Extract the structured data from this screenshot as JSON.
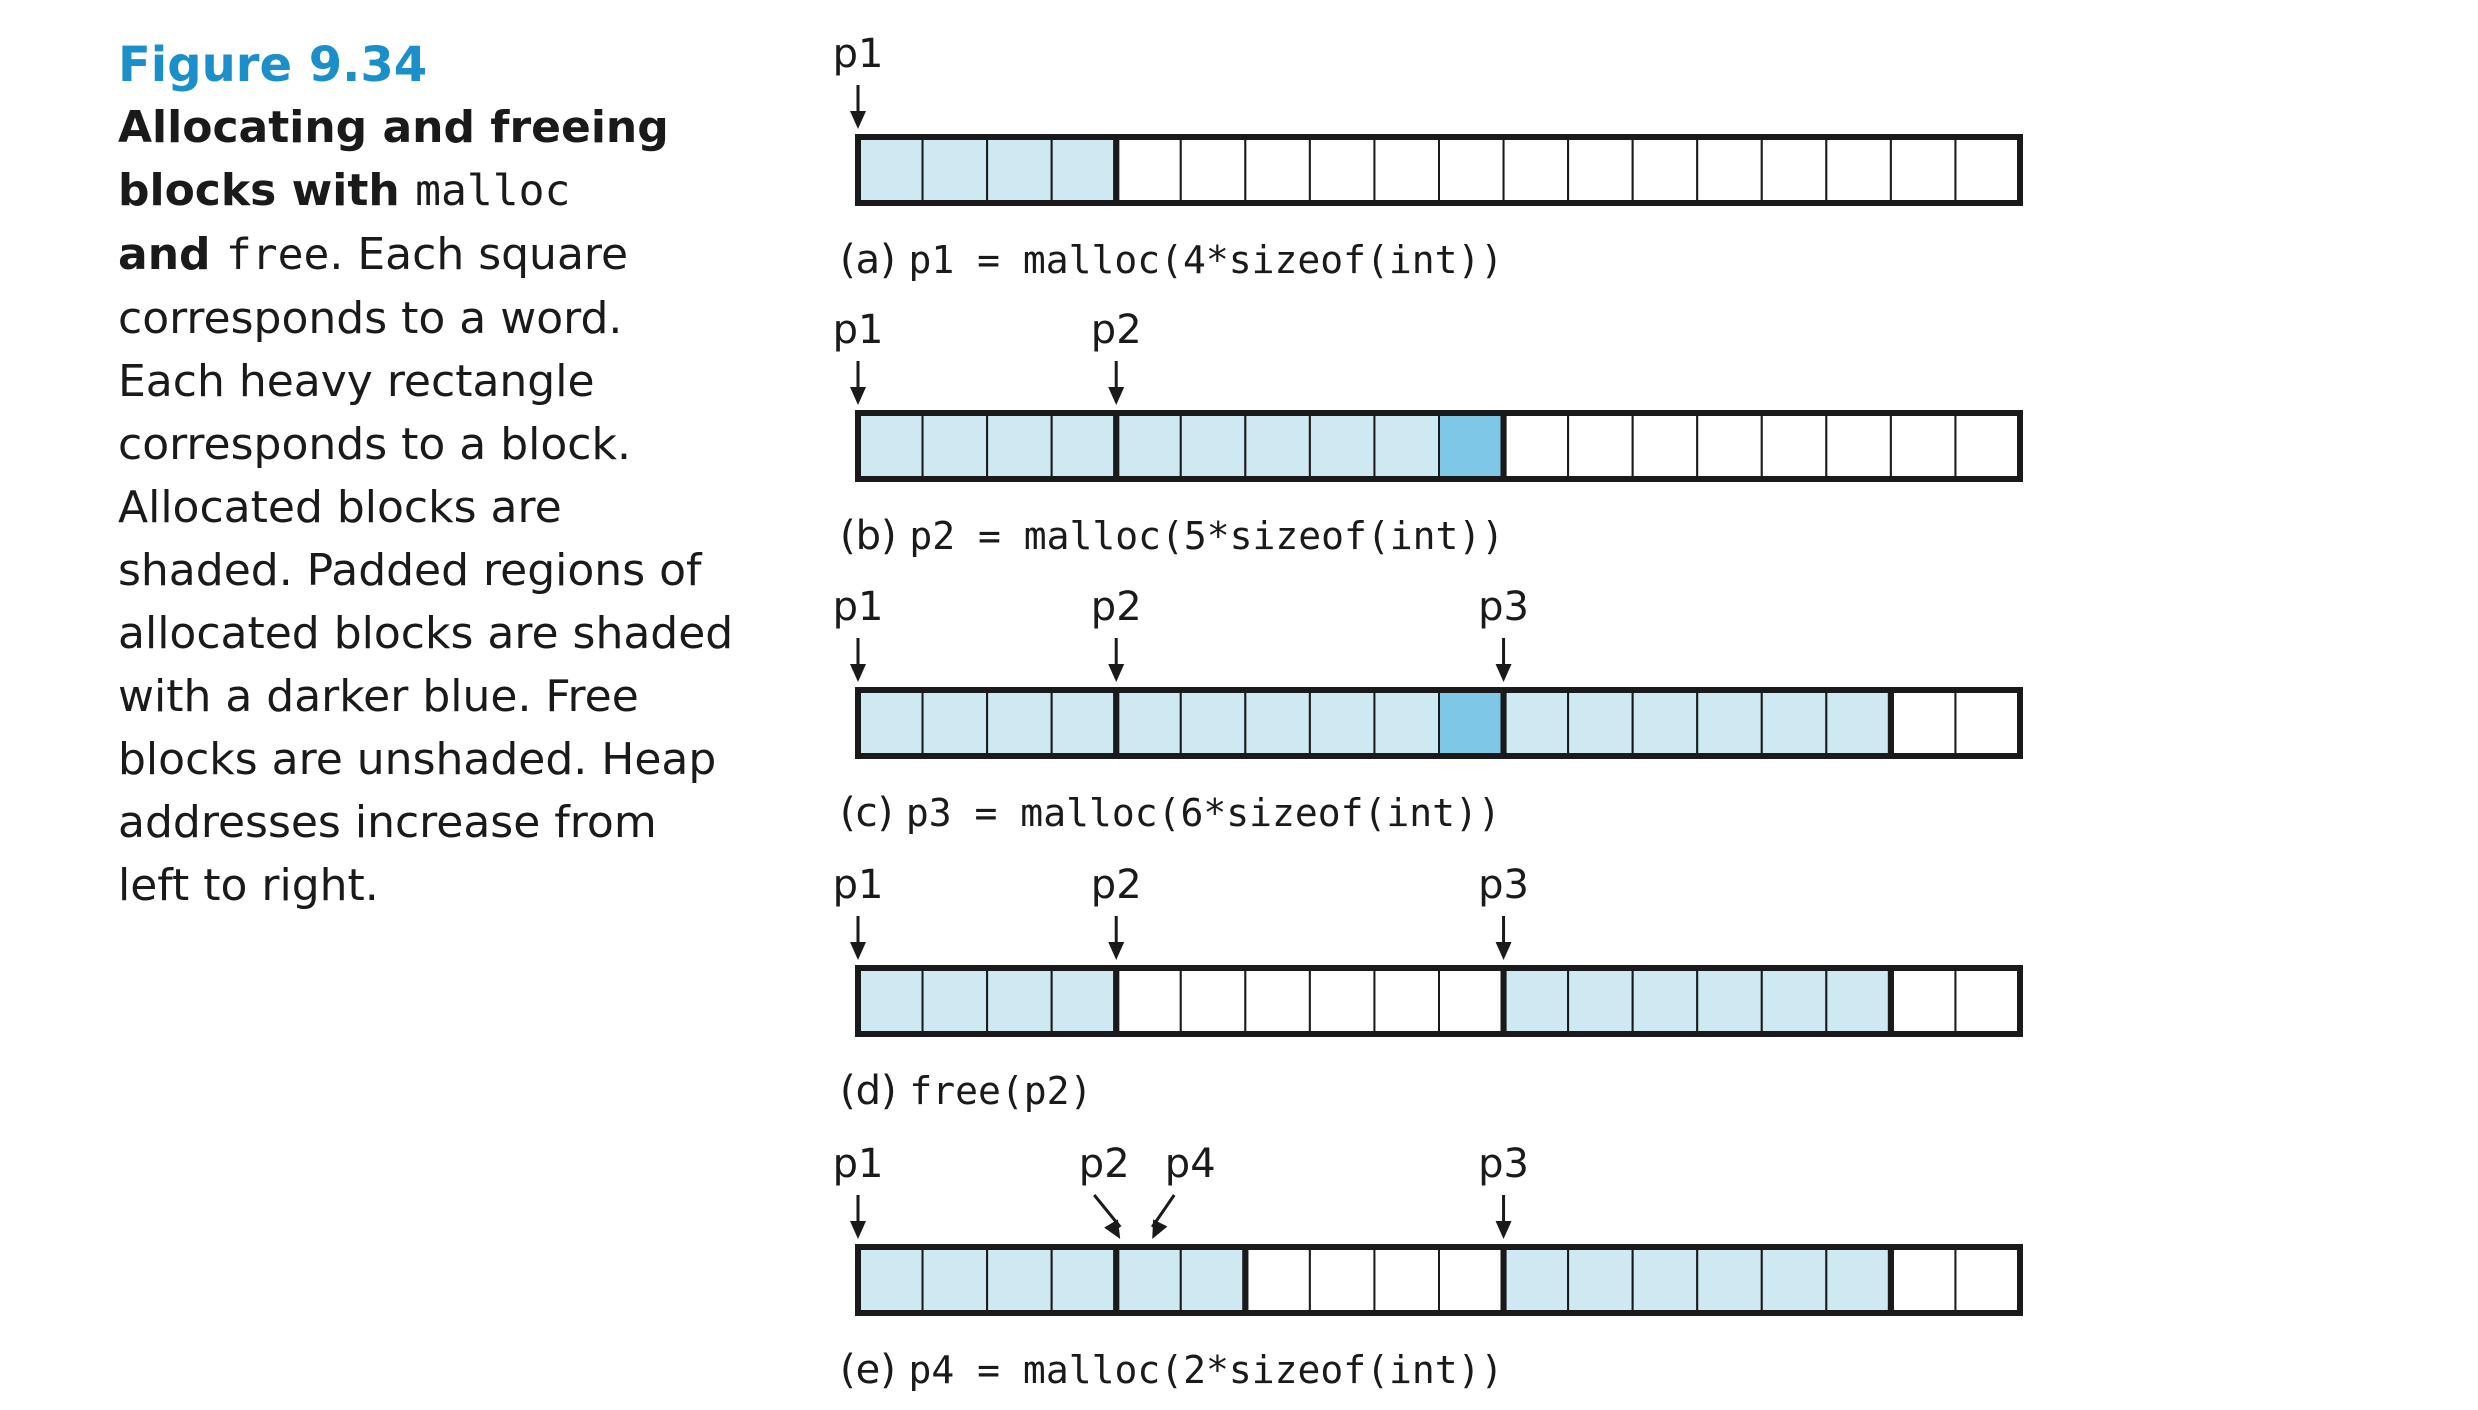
{
  "figure": {
    "label": "Figure 9.34",
    "caption_parts": [
      {
        "text": "Allocating and freeing blocks with ",
        "style": "b"
      },
      {
        "text": "malloc",
        "style": "mono"
      },
      {
        "text": " ",
        "style": "b"
      },
      {
        "text": "and ",
        "style": "b"
      },
      {
        "text": "free",
        "style": "mono"
      },
      {
        "text": ". Each square corresponds to a word. Each heavy rectangle corresponds to a block. Allocated blocks are shaded. Padded regions of allocated blocks are shaded with a darker blue. Free blocks are unshaded. Heap addresses increase from left to right.",
        "style": "plain"
      }
    ]
  },
  "colors": {
    "allocated": "#cfe9f2",
    "padding": "#7fc7e6",
    "free": "#ffffff",
    "border": "#1a1a1a",
    "title": "#1a8fc9"
  },
  "heap_words": 18,
  "rows": [
    {
      "id": "a",
      "prefix": "(a)",
      "code": "p1 = malloc(4*sizeof(int))",
      "pointers": [
        {
          "name": "p1",
          "word": 0
        }
      ],
      "blocks": [
        {
          "start": 0,
          "size": 4,
          "state": "allocated",
          "padding": 0
        },
        {
          "start": 4,
          "size": 14,
          "state": "free",
          "padding": 0
        }
      ]
    },
    {
      "id": "b",
      "prefix": "(b)",
      "code": "p2 = malloc(5*sizeof(int))",
      "pointers": [
        {
          "name": "p1",
          "word": 0
        },
        {
          "name": "p2",
          "word": 4
        }
      ],
      "blocks": [
        {
          "start": 0,
          "size": 4,
          "state": "allocated",
          "padding": 0
        },
        {
          "start": 4,
          "size": 6,
          "state": "allocated",
          "padding": 1
        },
        {
          "start": 10,
          "size": 8,
          "state": "free",
          "padding": 0
        }
      ]
    },
    {
      "id": "c",
      "prefix": "(c)",
      "code": "p3 = malloc(6*sizeof(int))",
      "pointers": [
        {
          "name": "p1",
          "word": 0
        },
        {
          "name": "p2",
          "word": 4
        },
        {
          "name": "p3",
          "word": 10
        }
      ],
      "blocks": [
        {
          "start": 0,
          "size": 4,
          "state": "allocated",
          "padding": 0
        },
        {
          "start": 4,
          "size": 6,
          "state": "allocated",
          "padding": 1
        },
        {
          "start": 10,
          "size": 6,
          "state": "allocated",
          "padding": 0
        },
        {
          "start": 16,
          "size": 2,
          "state": "free",
          "padding": 0
        }
      ]
    },
    {
      "id": "d",
      "prefix": "(d)",
      "code": "free(p2)",
      "pointers": [
        {
          "name": "p1",
          "word": 0
        },
        {
          "name": "p2",
          "word": 4
        },
        {
          "name": "p3",
          "word": 10
        }
      ],
      "blocks": [
        {
          "start": 0,
          "size": 4,
          "state": "allocated",
          "padding": 0
        },
        {
          "start": 4,
          "size": 6,
          "state": "free",
          "padding": 0
        },
        {
          "start": 10,
          "size": 6,
          "state": "allocated",
          "padding": 0
        },
        {
          "start": 16,
          "size": 2,
          "state": "free",
          "padding": 0
        }
      ]
    },
    {
      "id": "e",
      "prefix": "(e)",
      "code": "p4 = malloc(2*sizeof(int))",
      "pointers": [
        {
          "name": "p1",
          "word": 0
        },
        {
          "name": "p2",
          "word": 4,
          "slant": "right"
        },
        {
          "name": "p4",
          "word": 4,
          "slant": "left"
        },
        {
          "name": "p3",
          "word": 10
        }
      ],
      "blocks": [
        {
          "start": 0,
          "size": 4,
          "state": "allocated",
          "padding": 0
        },
        {
          "start": 4,
          "size": 2,
          "state": "allocated",
          "padding": 0
        },
        {
          "start": 6,
          "size": 4,
          "state": "free",
          "padding": 0
        },
        {
          "start": 10,
          "size": 6,
          "state": "allocated",
          "padding": 0
        },
        {
          "start": 16,
          "size": 2,
          "state": "free",
          "padding": 0
        }
      ]
    }
  ]
}
